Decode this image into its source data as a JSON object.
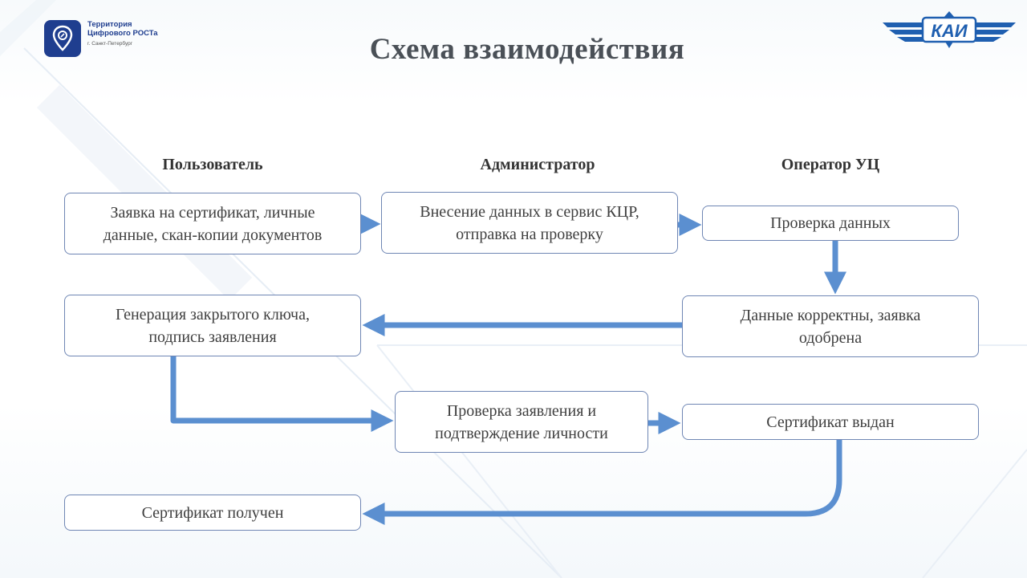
{
  "header": {
    "logo_left": {
      "line1": "Территория",
      "line2": "Цифрового РОСТа",
      "line3": "г. Санкт-Петербург",
      "icon": "location-pin-icon"
    },
    "logo_right": {
      "text": "КАИ",
      "icon": "winged-emblem-icon"
    },
    "title": "Схема взаимодействия"
  },
  "columns": {
    "user": "Пользователь",
    "admin": "Администратор",
    "operator": "Оператор УЦ"
  },
  "steps": {
    "request": "Заявка на сертификат, личные\nданные, скан-копии документов",
    "enter_data": "Внесение данных в сервис КЦР,\nотправка на проверку",
    "check_data": "Проверка данных",
    "data_ok": "Данные корректны, заявка\nодобрена",
    "key_gen": "Генерация закрытого ключа,\nподпись заявления",
    "verify": "Проверка заявления и\nподтверждение личности",
    "issued": "Сертификат выдан",
    "received": "Сертификат получен"
  },
  "colors": {
    "arrow": "#5b8fd0",
    "arrow_edge": "#3d6fb3",
    "box_border": "#6f86b4",
    "title": "#4a5057",
    "brand_blue": "#1f3e8f"
  }
}
